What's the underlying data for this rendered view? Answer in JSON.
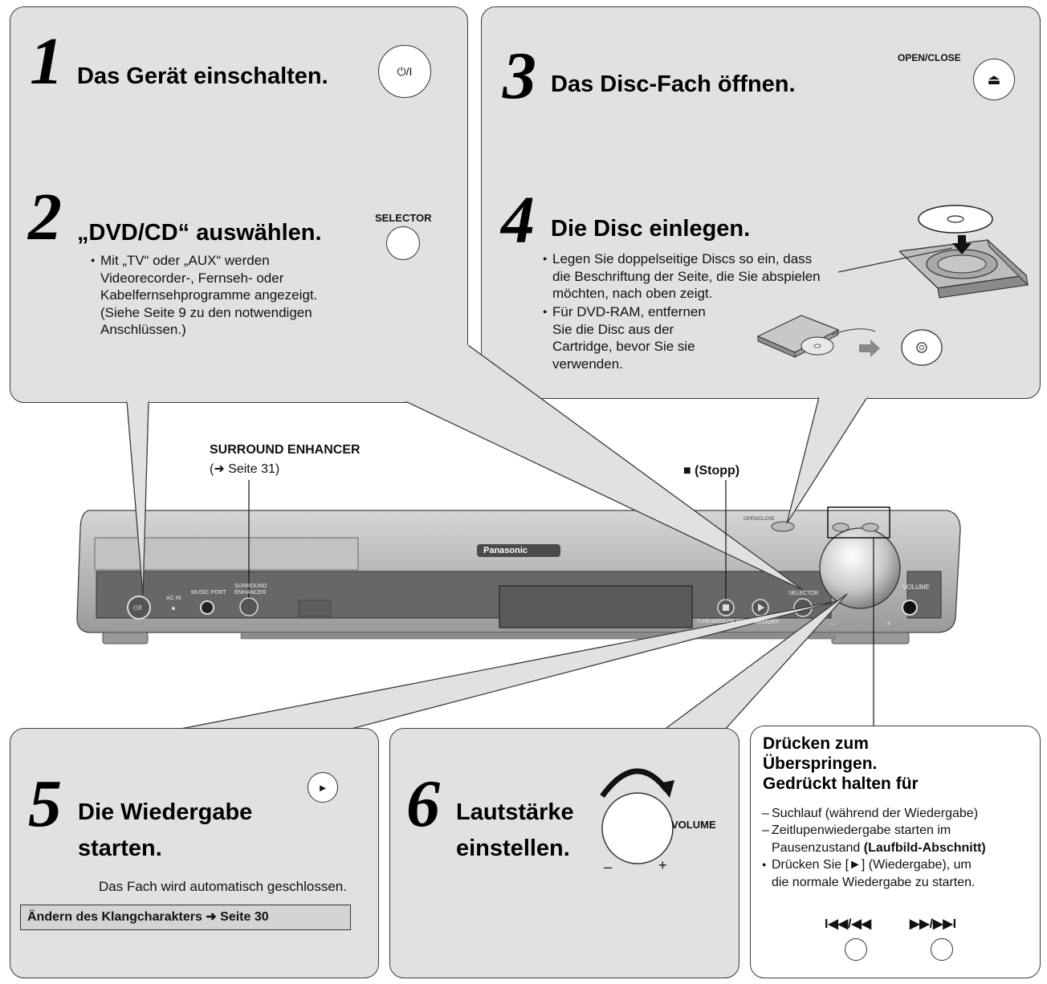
{
  "steps": {
    "s1": {
      "num": "1",
      "title": "Das Gerät einschalten.",
      "button": "⏻/I"
    },
    "s2": {
      "num": "2",
      "title": "„DVD/CD“ auswählen.",
      "button_label": "SELECTOR",
      "bullet": [
        "Mit „TV“ oder „AUX“ werden",
        "Videorecorder-, Fernseh- oder",
        "Kabelfernsehprogramme angezeigt.",
        "(Siehe Seite 9 zu den notwendigen",
        "Anschlüssen.)"
      ]
    },
    "s3": {
      "num": "3",
      "title": "Das Disc-Fach öffnen.",
      "button_label": "OPEN/CLOSE",
      "button": "⏏"
    },
    "s4": {
      "num": "4",
      "title": "Die Disc einlegen.",
      "bullet1": [
        "Legen Sie doppelseitige Discs so ein, dass",
        "die Beschriftung der Seite, die Sie abspielen",
        "möchten, nach oben zeigt."
      ],
      "bullet2": [
        "Für DVD-RAM, entfernen",
        "Sie die Disc aus der",
        "Cartridge, bevor Sie sie",
        "verwenden."
      ]
    },
    "s5": {
      "num": "5",
      "title_line1": "Die Wiedergabe",
      "title_line2": "starten.",
      "button": "►",
      "note": "Das Fach wird automatisch geschlossen.",
      "link": "Ändern des Klangcharakters ➜ Seite 30"
    },
    "s6": {
      "num": "6",
      "title_line1": "Lautstärke",
      "title_line2": "einstellen.",
      "knob_label": "VOLUME",
      "minus": "–",
      "plus": "+"
    }
  },
  "skip_box": {
    "title_lines": [
      "Drücken zum",
      "Überspringen.",
      "Gedrückt halten für"
    ],
    "dash1": "Suchlauf (während der Wiedergabe)",
    "dash2_line1": "Zeitlupenwiedergabe starten im",
    "dash2_line2_plain": "Pausenzustand ",
    "dash2_line2_bold": "(Laufbild-Abschnitt)",
    "bullet": [
      "Drücken Sie [►] (Wiedergabe), um",
      "die normale Wiedergabe zu starten."
    ],
    "skip_back": "I◀◀/◀◀",
    "skip_fwd": "▶▶/▶▶I"
  },
  "callouts": {
    "surround_title": "SURROUND ENHANCER",
    "surround_ref": "(➜ Seite 31)",
    "stop": "■ (Stopp)"
  },
  "device": {
    "brand": "Panasonic",
    "power": "⏻/I",
    "ac_in": "AC IN",
    "music_port": "MUSIC PORT",
    "surround": "SURROUND ENHANCER",
    "selector": "SELECTOR",
    "volume": "VOLUME",
    "memory": "MEMORY",
    "tune_mode": "-TUNE MODE-FM MODE",
    "open_close": "OPEN/CLOSE",
    "minus": "–",
    "plus": "+"
  },
  "colors": {
    "panel": "#e1e1e1",
    "device_body": "#bdbdbd",
    "device_front": "#676767"
  }
}
